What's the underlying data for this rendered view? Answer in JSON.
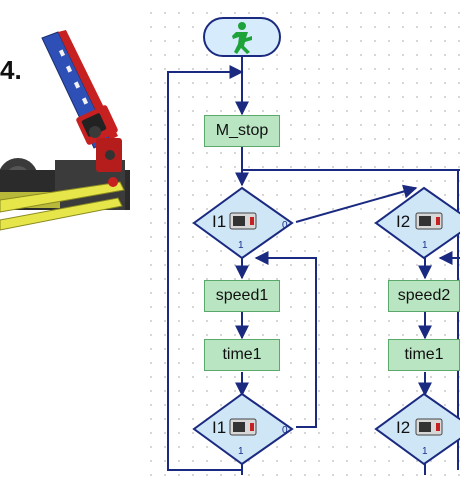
{
  "step": {
    "number": "4."
  },
  "program": {
    "start": {
      "icon": "green-walking-figure-icon"
    },
    "boxes": {
      "m_stop": "M_stop",
      "speed1": "speed1",
      "time1_left": "time1",
      "speed2": "speed2",
      "time1_right": "time1"
    },
    "branches": {
      "i1_top": {
        "label": "I1",
        "out_zero": "0",
        "out_one": "1"
      },
      "i2_top": {
        "label": "I2",
        "out_one": "1"
      },
      "i1_bottom": {
        "label": "I1",
        "out_zero": "0",
        "out_one": "1"
      },
      "i2_bottom": {
        "label": "I2",
        "out_one": "1"
      }
    }
  },
  "colors": {
    "flow_line": "#1a2a80",
    "process_fill": "#b9e5c3",
    "branch_fill": "#cfe6f7",
    "start_fill": "#d6ebfb"
  }
}
